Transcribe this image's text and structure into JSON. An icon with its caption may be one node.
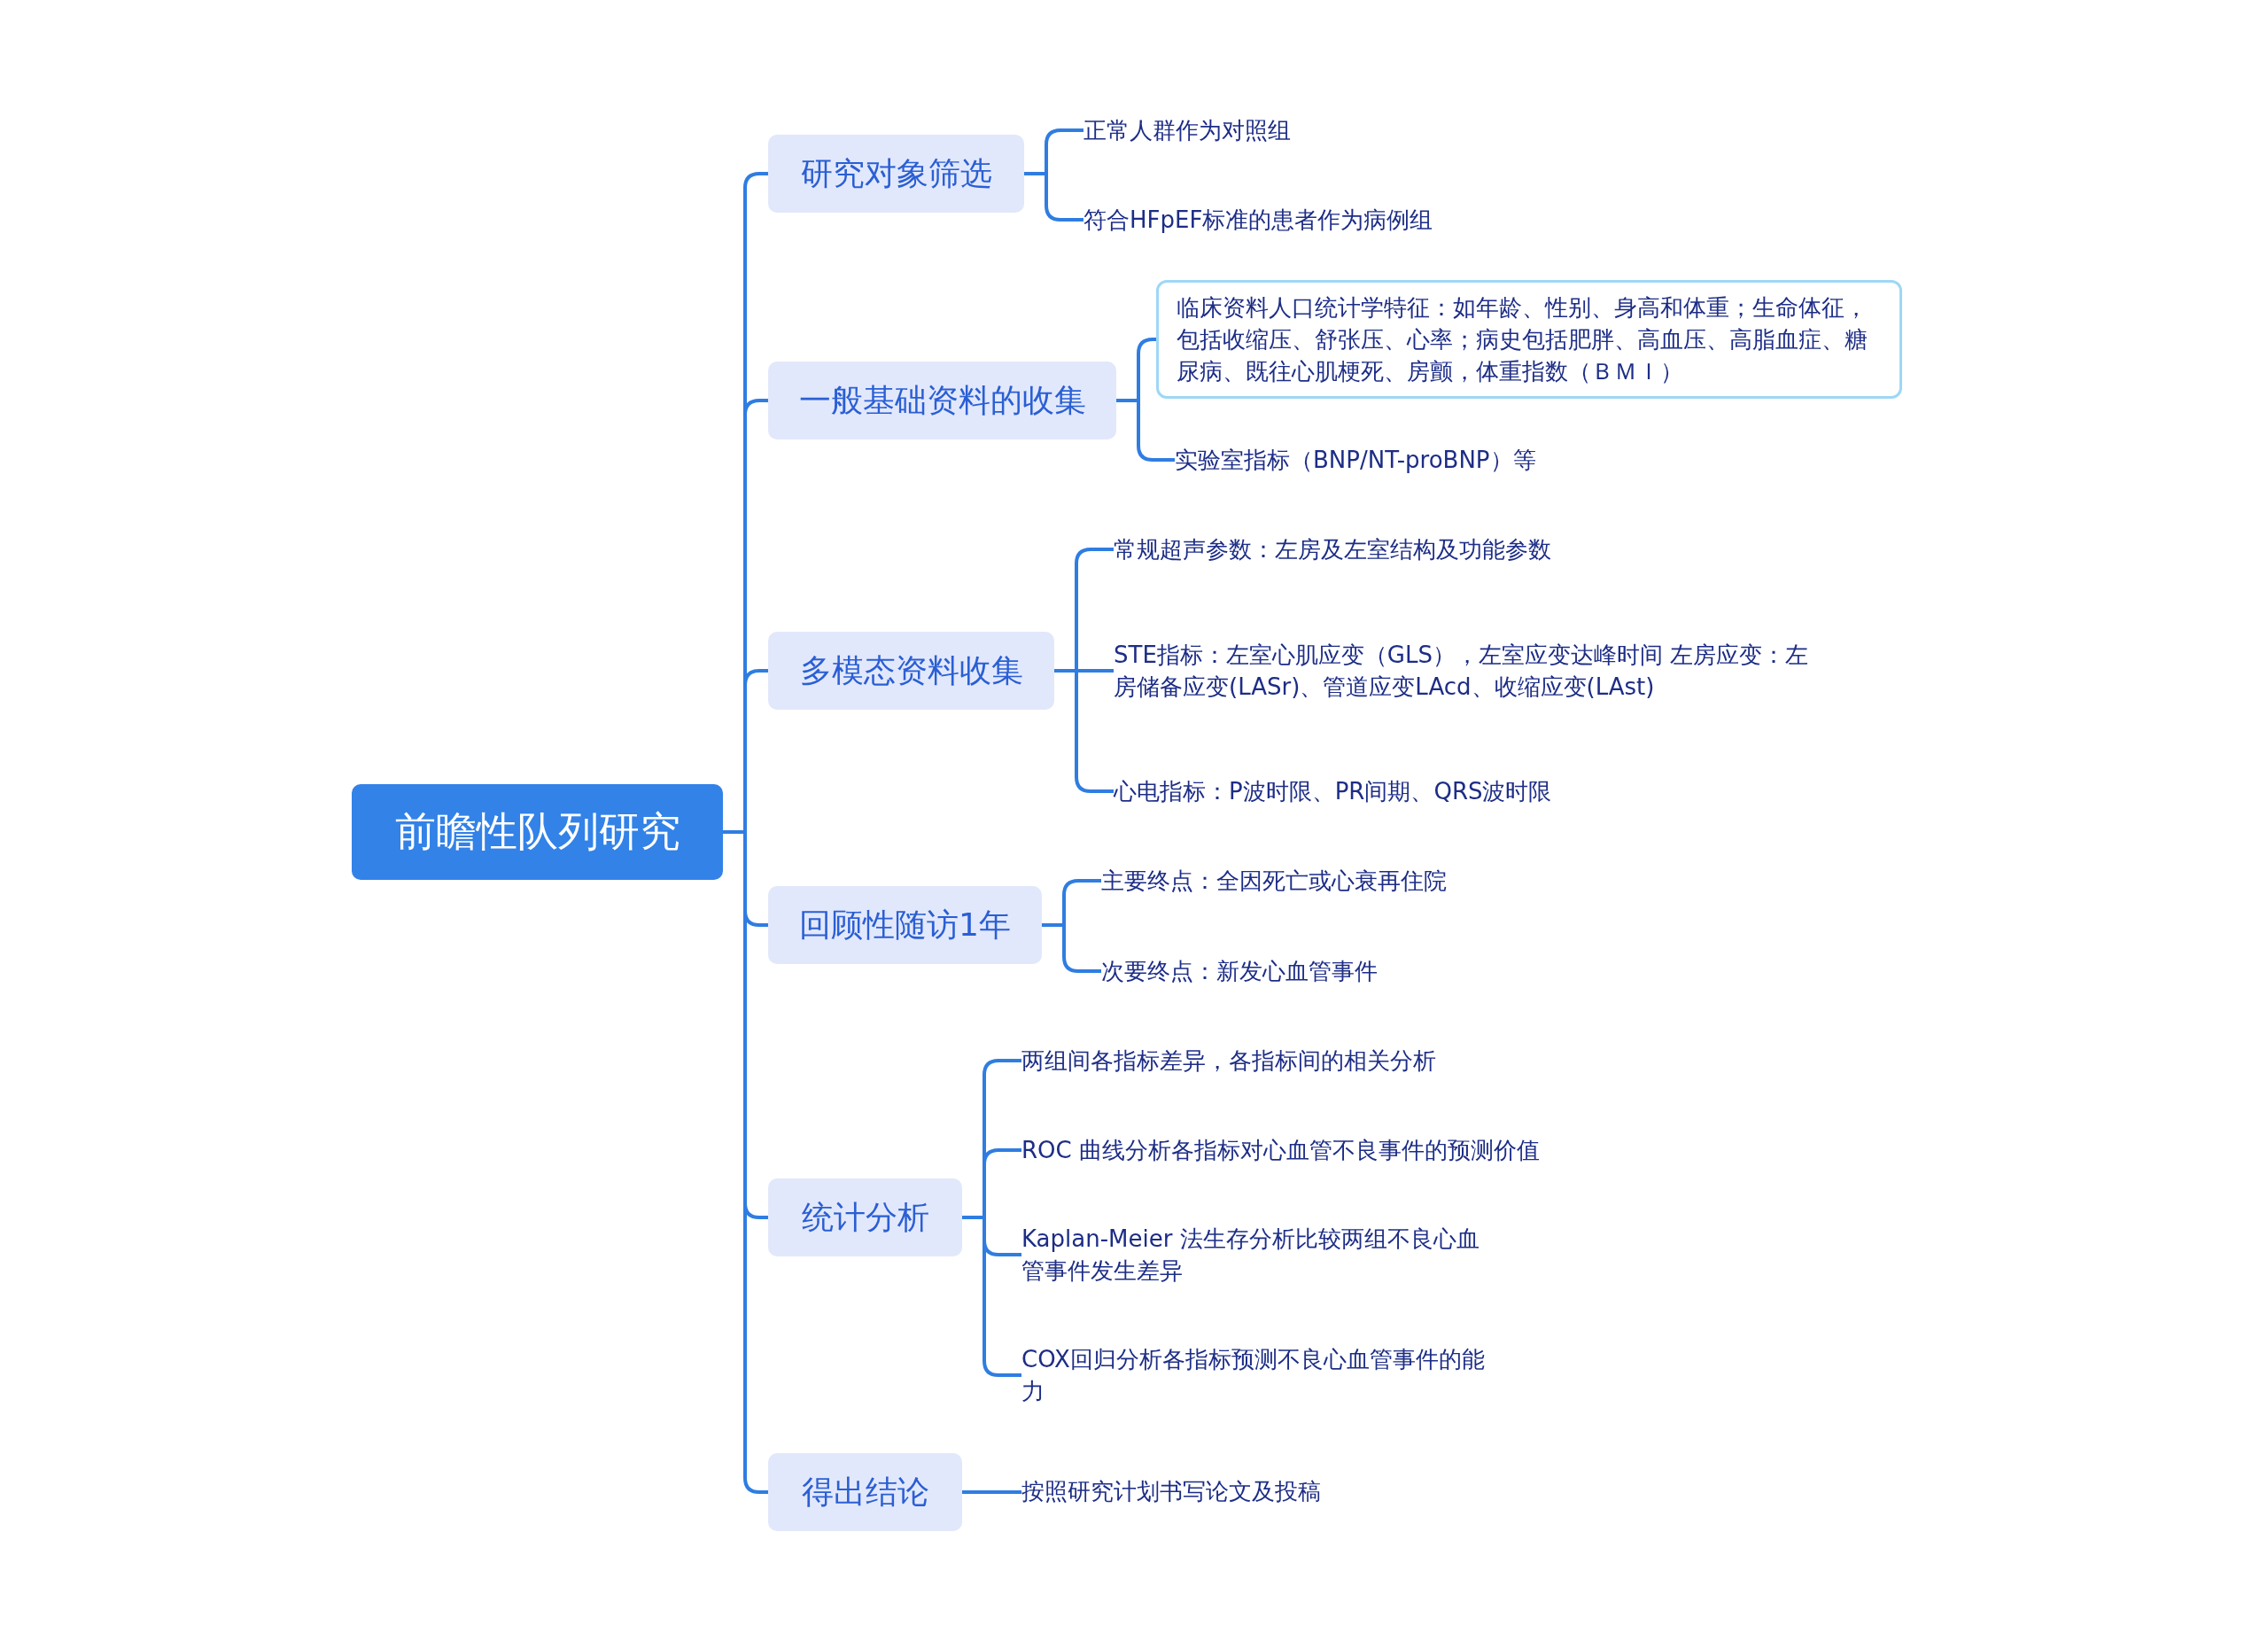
{
  "diagram": {
    "nodes": [
      {
        "text": [
          "前瞻性队列研究"
        ]
      },
      {
        "text": [
          "研究对象筛选"
        ]
      },
      {
        "text": [
          "正常人群作为对照组"
        ]
      },
      {
        "text": [
          "符合HFpEF标准的患者作为病例组"
        ]
      },
      {
        "text": [
          "一般基础资料的收集"
        ]
      },
      {
        "text": [
          "临床资料人口统计学特征：如年龄、性别、身高和体重；生命体征，包括收缩压、舒张压、心率；病史包括肥胖、高血压、高脂血症、糖尿病、既往心肌梗死、房颤，体重指数（ＢＭＩ）"
        ]
      },
      {
        "text": [
          "实验室指标（BNP/NT-proBNP）等"
        ]
      },
      {
        "text": [
          "多模态资料收集"
        ]
      },
      {
        "text": [
          "常规超声参数：左房及左室结构及功能参数"
        ]
      },
      {
        "text": [
          "STE指标：左室心肌应变（GLS），左室应变达峰时间 左房应变：左房储备应变(LASr)、管道应变LAcd、收缩应变(LAst)"
        ]
      },
      {
        "text": [
          "心电指标：P波时限、PR间期、QRS波时限"
        ]
      },
      {
        "text": [
          "回顾性随访1年"
        ]
      },
      {
        "text": [
          "主要终点：全因死亡或心衰再住院"
        ]
      },
      {
        "text": [
          "次要终点：新发心血管事件"
        ]
      },
      {
        "text": [
          "统计分析"
        ]
      },
      {
        "text": [
          "两组间各指标差异，各指标间的相关分析"
        ]
      },
      {
        "text": [
          "ROC 曲线分析各指标对心血管不良事件的预测价值"
        ]
      },
      {
        "text": [
          "Kaplan-Meier 法生存分析比较两组不良心血管事件发生差异"
        ]
      },
      {
        "text": [
          "COX回归分析各指标预测不良心血管事件的能力"
        ]
      },
      {
        "text": [
          "得出结论"
        ]
      },
      {
        "text": [
          "按照研究计划书写论文及投稿"
        ]
      }
    ],
    "edges": [
      {
        "from": 0,
        "to": 1,
        "arrow": "none"
      },
      {
        "from": 0,
        "to": 4,
        "arrow": "none"
      },
      {
        "from": 0,
        "to": 7,
        "arrow": "none"
      },
      {
        "from": 0,
        "to": 11,
        "arrow": "none"
      },
      {
        "from": 0,
        "to": 14,
        "arrow": "none"
      },
      {
        "from": 0,
        "to": 19,
        "arrow": "none"
      },
      {
        "from": 1,
        "to": 2,
        "arrow": "none"
      },
      {
        "from": 1,
        "to": 3,
        "arrow": "none"
      },
      {
        "from": 4,
        "to": 5,
        "arrow": "none"
      },
      {
        "from": 4,
        "to": 6,
        "arrow": "none"
      },
      {
        "from": 7,
        "to": 8,
        "arrow": "none"
      },
      {
        "from": 7,
        "to": 9,
        "arrow": "none"
      },
      {
        "from": 7,
        "to": 10,
        "arrow": "none"
      },
      {
        "from": 11,
        "to": 12,
        "arrow": "none"
      },
      {
        "from": 11,
        "to": 13,
        "arrow": "none"
      },
      {
        "from": 14,
        "to": 15,
        "arrow": "none"
      },
      {
        "from": 14,
        "to": 16,
        "arrow": "none"
      },
      {
        "from": 14,
        "to": 17,
        "arrow": "none"
      },
      {
        "from": 14,
        "to": 18,
        "arrow": "none"
      },
      {
        "from": 19,
        "to": 20,
        "arrow": "none"
      }
    ]
  }
}
